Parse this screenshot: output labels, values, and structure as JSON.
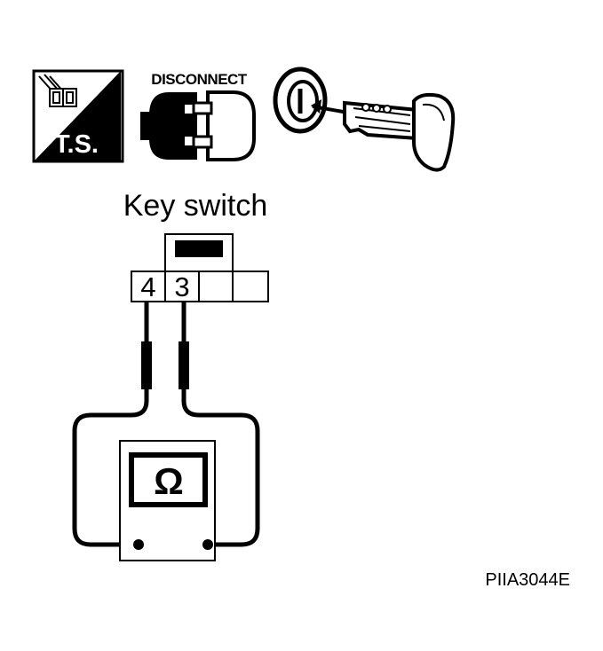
{
  "header_icons": {
    "trouble_shooting_text": "T.S.",
    "disconnect_text": "DISCONNECT"
  },
  "diagram_title": "Key switch",
  "connector_pins": [
    "4",
    "3"
  ],
  "meter_symbol": "Ω",
  "figure_code": "PIIA3044E",
  "colors": {
    "ink": "#000000",
    "paper": "#ffffff"
  }
}
